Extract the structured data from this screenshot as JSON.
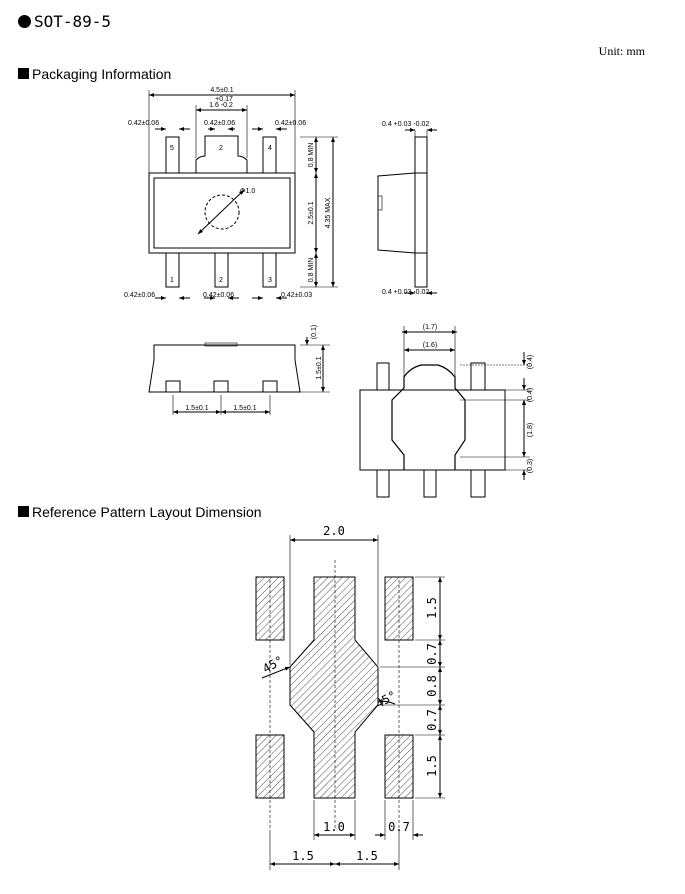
{
  "title": "SOT-89-5",
  "unit": "Unit: mm",
  "sections": {
    "packaging": "Packaging Information",
    "pattern": "Reference Pattern Layout Dimension"
  },
  "top_view": {
    "pins_top": [
      "5",
      "2",
      "4"
    ],
    "pins_bottom": [
      "1",
      "2",
      "3"
    ],
    "dims": {
      "overall_width": "4.5±0.1",
      "upper_tol": "+0.17",
      "tab_width": "1.6 -0.2",
      "lead_top_left": "0.42±0.06",
      "lead_top_mid": "0.42±0.06",
      "lead_top_right": "0.42±0.06",
      "lead_bot_left": "0.42±0.06",
      "lead_bot_mid": "0.42±0.06",
      "lead_bot_right": "0.42±0.03",
      "hole": "Φ1.0",
      "lead_min_top": "0.8 MIN",
      "body_height": "2.5±0.1",
      "total_height": "4.35 MAX",
      "lead_min_bot": "0.8 MIN"
    }
  },
  "side_view": {
    "dims": {
      "thickness_top": "0.4 +0.03 -0.02",
      "thickness_bot": "0.4 +0.03 -0.02"
    }
  },
  "front_view": {
    "dims": {
      "offset": "(0.1)",
      "height": "1.5±0.1",
      "pitch_left": "1.5±0.1",
      "pitch_right": "1.5±0.1"
    }
  },
  "bottom_view": {
    "dims": {
      "outer": "(1.7)",
      "inner": "(1.6)",
      "v1": "(0.4)",
      "v2": "(0.4)",
      "v3": "(1.8)",
      "v4": "(0.3)"
    }
  },
  "pattern": {
    "top_width": "2.0",
    "angle_left": "45°",
    "angle_right": "45°",
    "right_dims": [
      "1.5",
      "0.7",
      "0.8",
      "0.7",
      "1.5"
    ],
    "center_width": "1.0",
    "pad_width": "0.7",
    "pitch_left": "1.5",
    "pitch_right": "1.5"
  }
}
